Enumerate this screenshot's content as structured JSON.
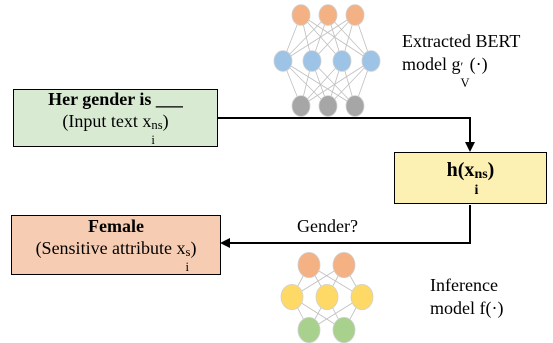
{
  "input_box": {
    "title": "Her gender is ___",
    "caption": "(Input text x",
    "var_sub": "i",
    "var_sup": "ns",
    "close": ")",
    "fill": "#d9ead3"
  },
  "h_box": {
    "func": "h(x",
    "var_sub": "i",
    "var_sup": "ns",
    "close": ")",
    "fill": "#fdf0b3"
  },
  "output_box": {
    "title": "Female",
    "caption": "(Sensitive attribute x",
    "var_sub": "i",
    "var_sup": "s",
    "close": ")",
    "fill": "#f6cdb3"
  },
  "edge_label": "Gender?",
  "bert_label": {
    "line1": "Extracted BERT",
    "line2_prefix": "model g",
    "line2_sub": "V",
    "line2_sup": "′",
    "line2_suffix": "(·)"
  },
  "inference_label": {
    "line1": "Inference",
    "line2": "model f(·)"
  },
  "bert_net_colors": {
    "top": "#f4b183",
    "middle": "#9dc3e6",
    "bottom": "#a6a6a6"
  },
  "inference_net_colors": {
    "top": "#f4b183",
    "middle": "#ffd966",
    "bottom": "#a9d18e"
  }
}
